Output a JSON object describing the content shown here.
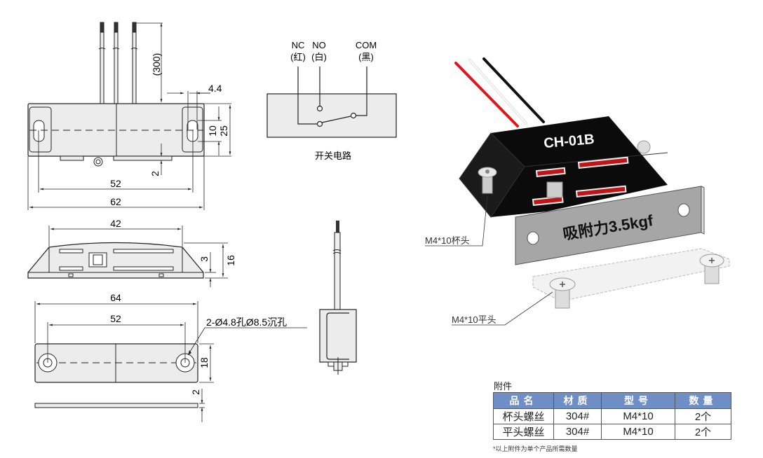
{
  "front_view": {
    "cable_length": "(300)",
    "dim_hole_offset": "4.4",
    "dim_slot": "10",
    "dim_height": "25",
    "dim_bottom_gap": "2",
    "dim_hole_pitch": "52",
    "dim_total_width": "62"
  },
  "circuit": {
    "nc_label": "NC",
    "nc_color": "(红)",
    "no_label": "NO",
    "no_color": "(白)",
    "com_label": "COM",
    "com_color": "(黑)",
    "caption": "开关电路"
  },
  "top_view": {
    "dim_top_width": "42",
    "dim_step": "3",
    "dim_height": "16"
  },
  "plate_view": {
    "dim_width": "64",
    "dim_hole_pitch": "52",
    "hole_note": "2-Ø4.8孔Ø8.5沉孔",
    "dim_height": "18",
    "dim_thickness": "2"
  },
  "product": {
    "model": "CH-01B",
    "force_label": "吸附力3.5kgf",
    "callout_cap_screw": "M4*10杯头",
    "callout_flat_screw": "M4*10平头",
    "wire_colors": [
      "#e0161b",
      "#f2f2f2",
      "#111111"
    ]
  },
  "accessories": {
    "title": "附件",
    "headers": [
      "品名",
      "材质",
      "型号",
      "数量"
    ],
    "rows": [
      [
        "杯头螺丝",
        "304#",
        "M4*10",
        "2个"
      ],
      [
        "平头螺丝",
        "304#",
        "M4*10",
        "2个"
      ]
    ],
    "note": "*以上附件为单个产品所需数量"
  }
}
